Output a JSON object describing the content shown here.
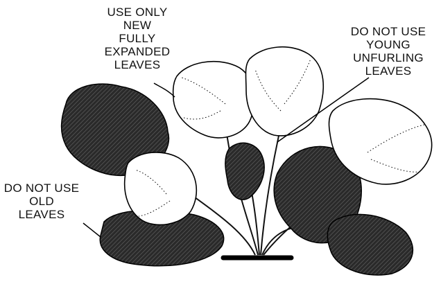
{
  "annotations": {
    "new_leaves": [
      "USE ONLY",
      "NEW",
      "FULLY",
      "EXPANDED",
      "LEAVES"
    ],
    "young_leaves": [
      "DO NOT USE",
      "YOUNG",
      "UNFURLING",
      "LEAVES"
    ],
    "old_leaves": [
      "DO NOT USE",
      "OLD",
      "LEAVES"
    ]
  },
  "colors": {
    "ink": "#111111",
    "old_leaf_fill": "#2a2a2a",
    "new_leaf_fill": "#ffffff"
  }
}
